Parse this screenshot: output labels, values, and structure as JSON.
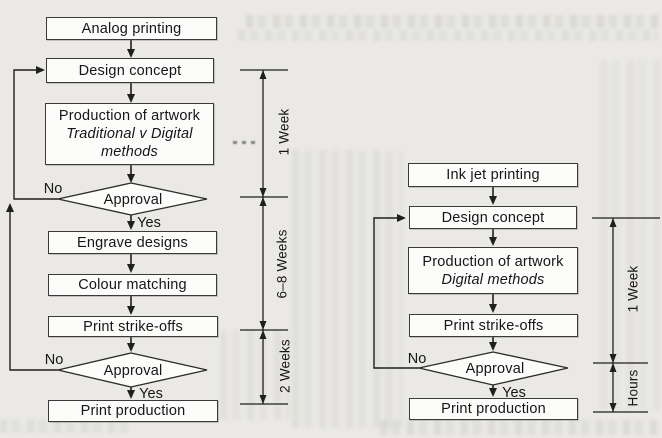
{
  "figure": {
    "description_left_flow": "analog printing process",
    "description_right_flow": "ink jet printing process"
  },
  "analog_flow": {
    "nodes": {
      "start": "Analog printing",
      "design": "Design concept",
      "production_title": "Production of artwork",
      "production_sub1": "Traditional v Digital",
      "production_sub2": "methods",
      "approval1": "Approval",
      "engrave": "Engrave designs",
      "colour": "Colour matching",
      "strike": "Print strike-offs",
      "approval2": "Approval",
      "final": "Print production"
    },
    "branch_labels": {
      "approval1_no": "No",
      "approval1_yes": "Yes",
      "approval2_no": "No",
      "approval2_yes": "Yes"
    },
    "durations": {
      "design_to_approval": "1 Week",
      "engrave_to_strike": "6–8 Weeks",
      "strike_to_production": "2 Weeks"
    }
  },
  "inkjet_flow": {
    "nodes": {
      "start": "Ink jet printing",
      "design": "Design concept",
      "production_title": "Production of artwork",
      "production_sub1": "Digital methods",
      "strike": "Print strike-offs",
      "approval": "Approval",
      "final": "Print production"
    },
    "branch_labels": {
      "approval_no": "No",
      "approval_yes": "Yes"
    },
    "durations": {
      "design_to_approval": "1 Week",
      "approval_to_production": "Hours"
    }
  },
  "colors": {
    "page_background": "#eae9e5",
    "box_fill": "#fcfcfb",
    "line": "#1f1f1f"
  }
}
